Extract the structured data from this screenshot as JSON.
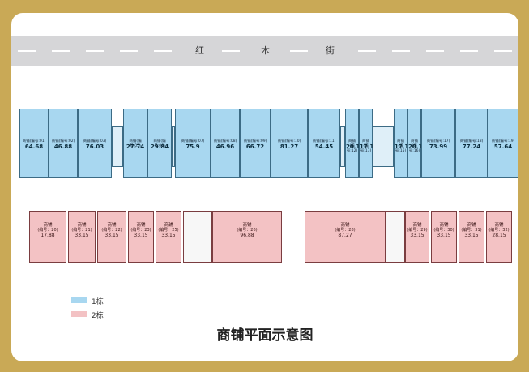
{
  "street": {
    "chars": [
      "红",
      "木",
      "街"
    ]
  },
  "building1": {
    "units": [
      {
        "name": "商铺(编号:01)",
        "area": "64.68"
      },
      {
        "name": "商铺(编号:02)",
        "area": "46.88"
      },
      {
        "name": "商铺(编号:03)",
        "area": "76.03"
      },
      {
        "name": "商铺(编号:05)",
        "area": "27.74"
      },
      {
        "name": "商铺(编号:06)",
        "area": "29.84"
      },
      {
        "name": "商铺(编号:07)",
        "area": "75.9"
      },
      {
        "name": "商铺(编号:08)",
        "area": "46.96"
      },
      {
        "name": "商铺(编号:09)",
        "area": "66.72"
      },
      {
        "name": "商铺(编号:10)",
        "area": "81.27"
      },
      {
        "name": "商铺(编号:11)",
        "area": "54.45"
      },
      {
        "name": "商铺(编号:12)",
        "area": "20.13"
      },
      {
        "name": "商铺(编号:13)",
        "area": "17.18"
      },
      {
        "name": "商铺(编号:15)",
        "area": "17.18"
      },
      {
        "name": "商铺(编号:16)",
        "area": "20.13"
      },
      {
        "name": "商铺(编号:17)",
        "area": "73.99"
      },
      {
        "name": "商铺(编号:18)",
        "area": "77.24"
      },
      {
        "name": "商铺(编号:19)",
        "area": "57.64"
      }
    ]
  },
  "building2": {
    "units": [
      {
        "name": "商铺",
        "code": "(编号：20)",
        "area": "17.88"
      },
      {
        "name": "商铺",
        "code": "(编号：21)",
        "area": "33.15"
      },
      {
        "name": "商铺",
        "code": "(编号：22)",
        "area": "33.15"
      },
      {
        "name": "商铺",
        "code": "(编号：23)",
        "area": "33.15"
      },
      {
        "name": "商铺",
        "code": "(编号：25)",
        "area": "33.15"
      },
      {
        "name": "商铺",
        "code": "(编号：26)",
        "area": "96.88"
      },
      {
        "name": "商铺",
        "code": "(编号：28)",
        "area": "87.27"
      },
      {
        "name": "商铺",
        "code": "(编号：29)",
        "area": "33.15"
      },
      {
        "name": "商铺",
        "code": "(编号：30)",
        "area": "33.15"
      },
      {
        "name": "商铺",
        "code": "(编号：31)",
        "area": "33.15"
      },
      {
        "name": "商铺",
        "code": "(编号：32)",
        "area": "28.15"
      }
    ]
  },
  "legend": [
    {
      "label": "1栋",
      "color": "#a8d7f0"
    },
    {
      "label": "2栋",
      "color": "#f3c2c4"
    }
  ],
  "title": "商铺平面示意图",
  "colors": {
    "frame": "#c9a956",
    "street": "#d6d6d8",
    "building1": "#a8d7f0",
    "building2": "#f3c2c4"
  }
}
